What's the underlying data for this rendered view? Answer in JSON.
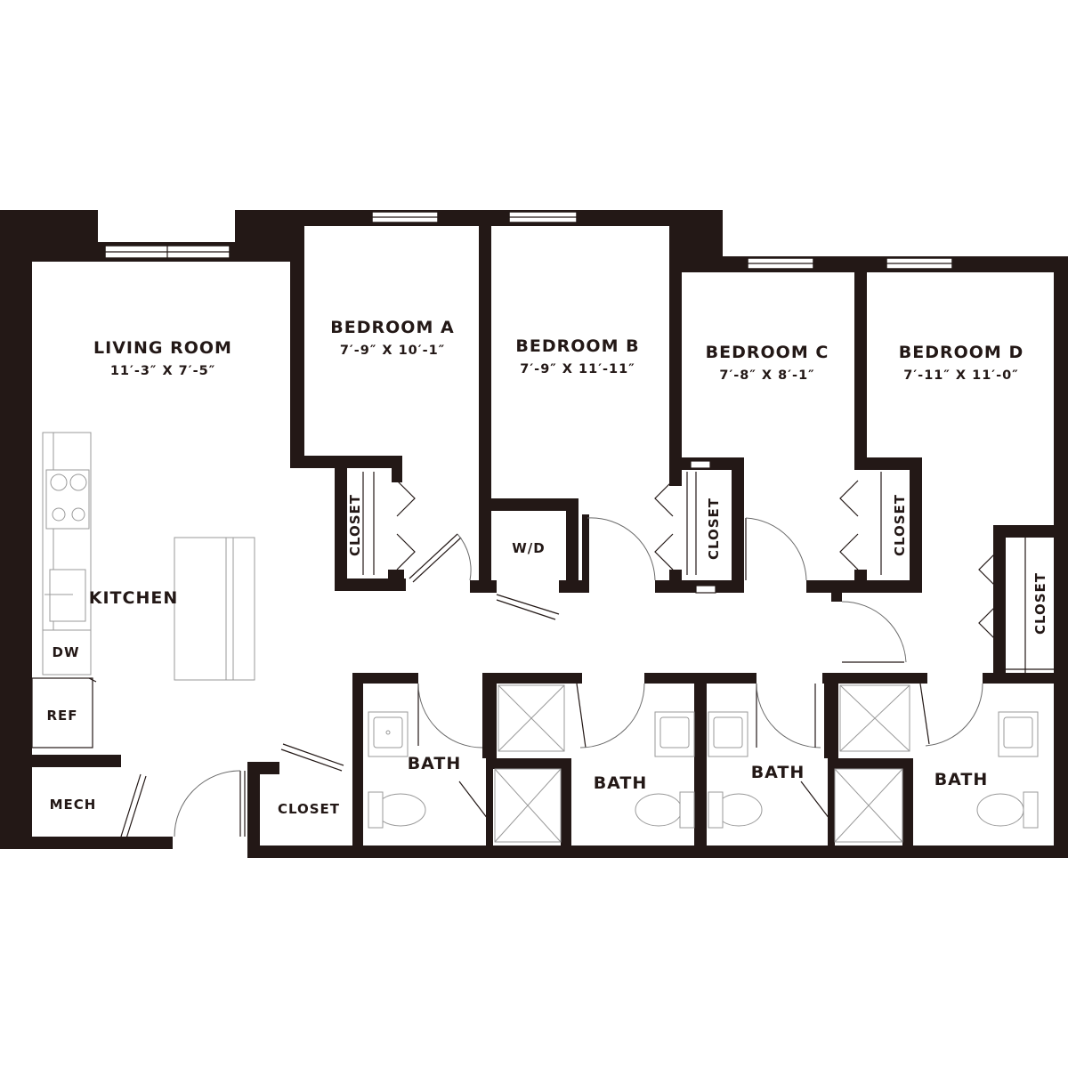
{
  "rooms": {
    "living_room": {
      "name": "LIVING ROOM",
      "dims": "11′-3″ X 7′-5″"
    },
    "bedroom_a": {
      "name": "BEDROOM A",
      "dims": "7′-9″ X 10′-1″"
    },
    "bedroom_b": {
      "name": "BEDROOM B",
      "dims": "7′-9″ X 11′-11″"
    },
    "bedroom_c": {
      "name": "BEDROOM C",
      "dims": "7′-8″ X 8′-1″"
    },
    "bedroom_d": {
      "name": "BEDROOM D",
      "dims": "7′-11″ X 11′-0″"
    },
    "kitchen": "KITCHEN",
    "dw": "DW",
    "ref": "REF",
    "mech": "MECH",
    "wd": "W/D",
    "closet": "CLOSET",
    "bath": "BATH"
  },
  "colors": {
    "wall": "#231816",
    "background": "#ffffff"
  }
}
